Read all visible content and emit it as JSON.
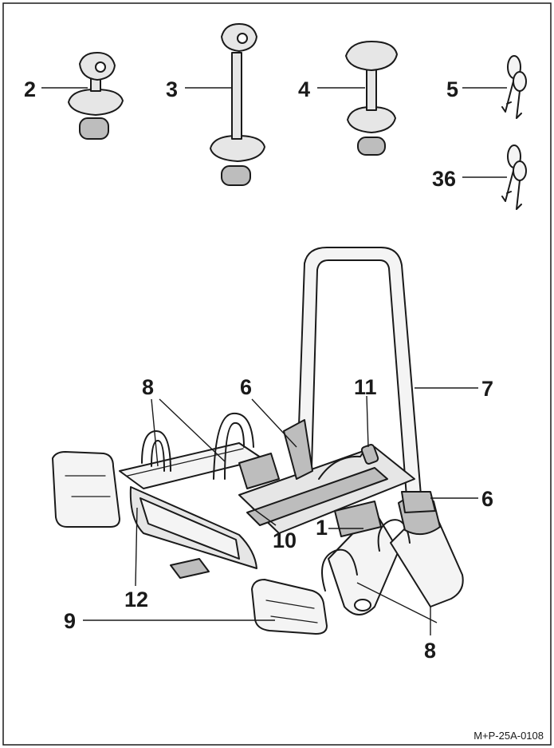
{
  "figure": {
    "reference_code": "M+P-25A-0108",
    "callouts": {
      "c2": "2",
      "c3": "3",
      "c4": "4",
      "c5": "5",
      "c36": "36",
      "c8a": "8",
      "c6a": "6",
      "c11": "11",
      "c7": "7",
      "c6b": "6",
      "c10": "10",
      "c1": "1",
      "c12": "12",
      "c9": "9",
      "c8b": "8"
    }
  }
}
